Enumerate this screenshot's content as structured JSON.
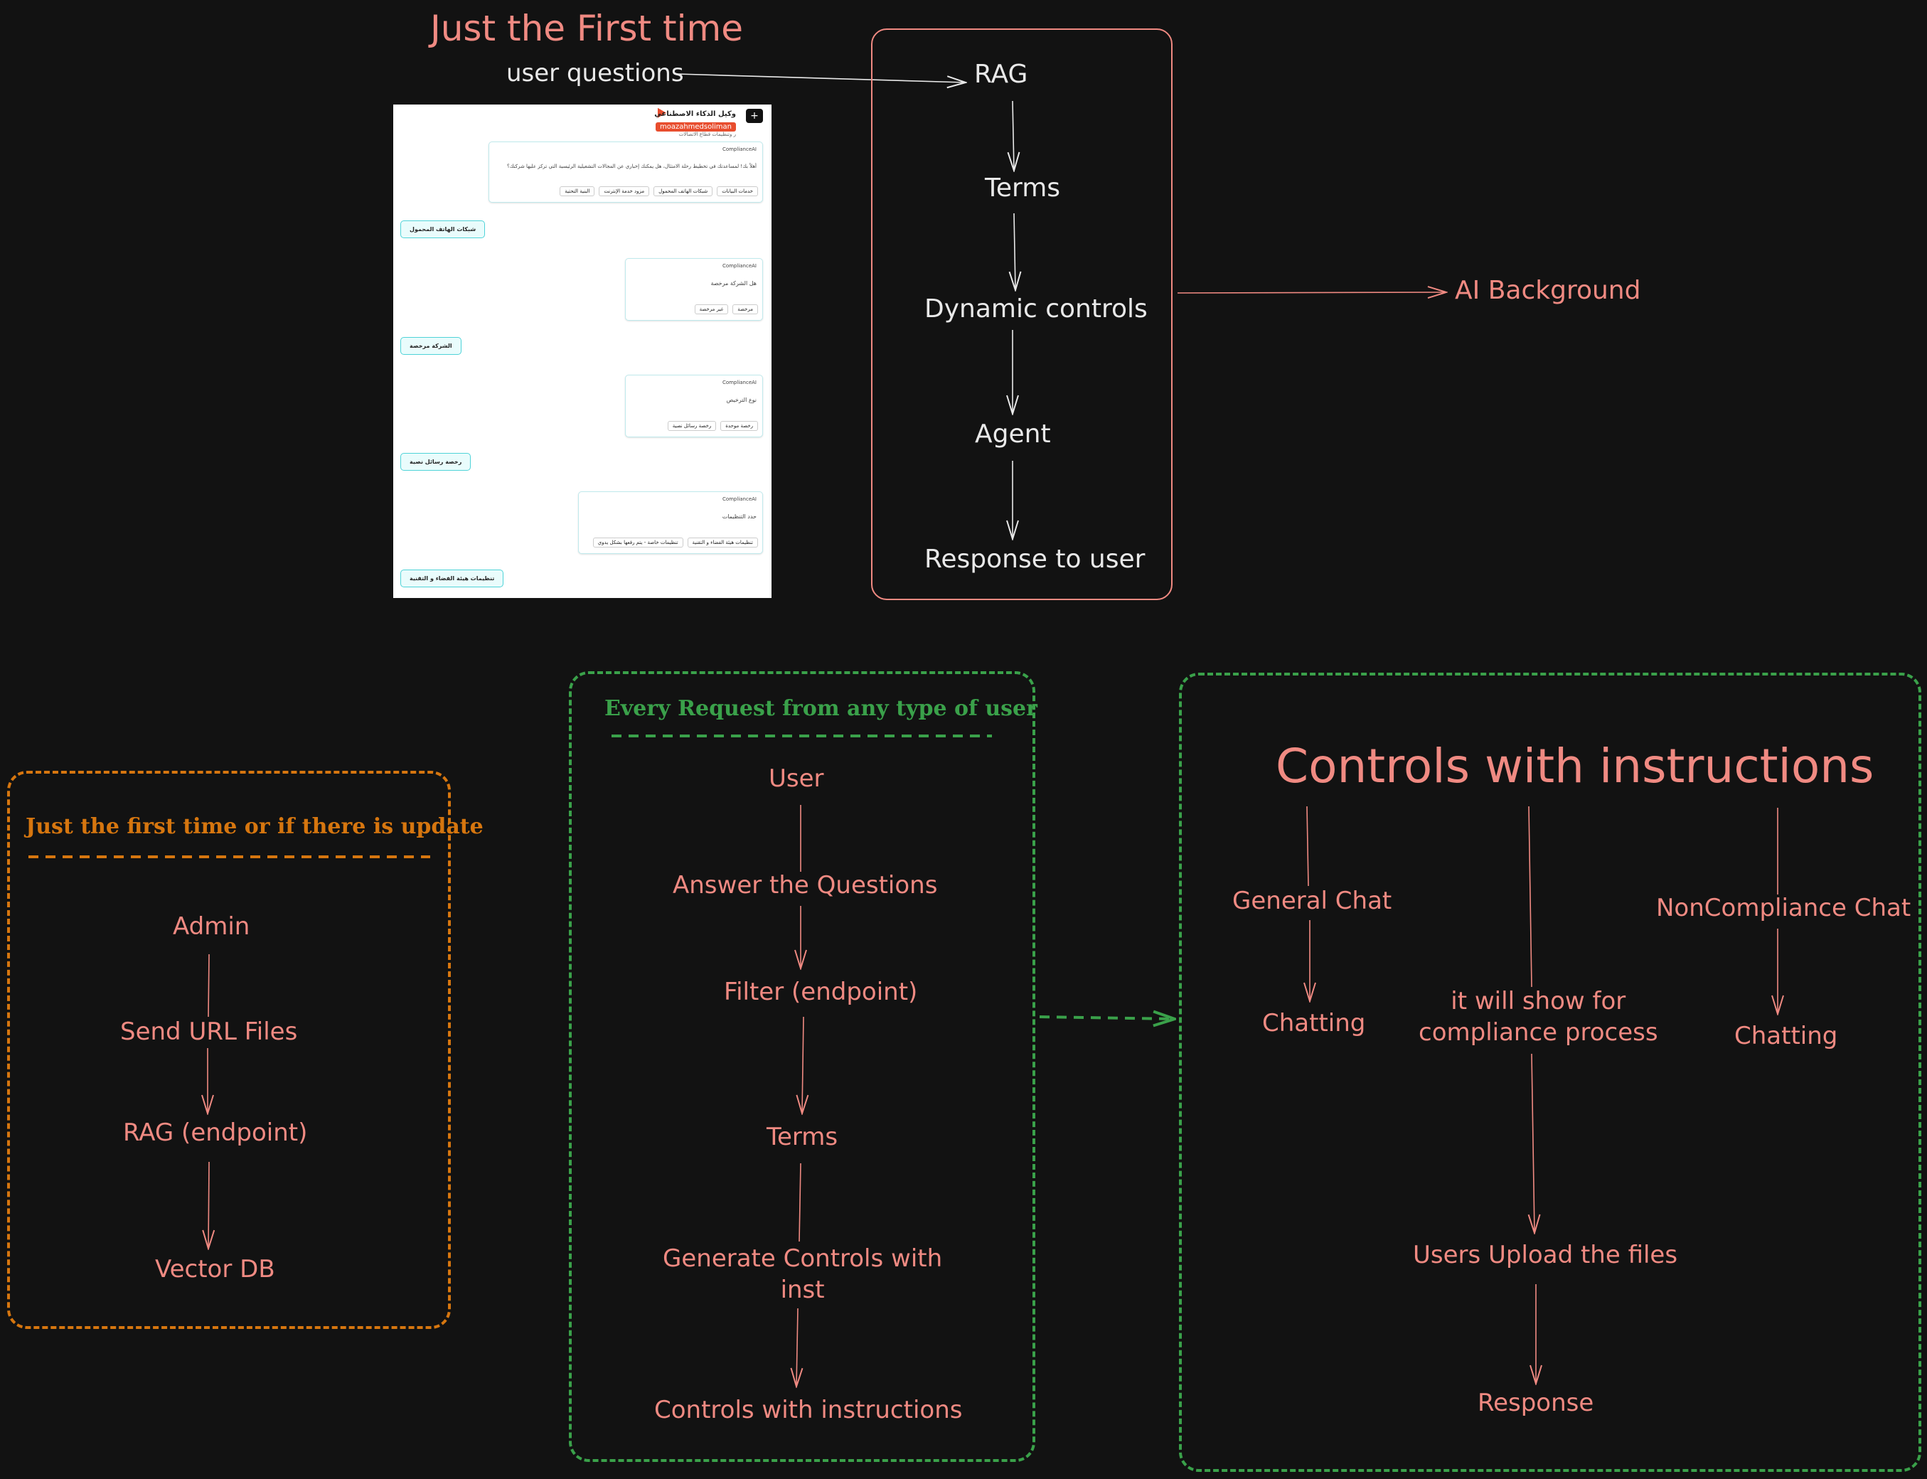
{
  "top": {
    "title": "Just the First time",
    "user_questions": "user questions",
    "pipeline": [
      "RAG",
      "Terms",
      "Dynamic controls",
      "Agent",
      "Response to user"
    ],
    "ai_background": "AI Background"
  },
  "chat_screenshot": {
    "header_title": "وكيل الذكاء الاصطناعي",
    "header_user": "moazahmedsoliman",
    "header_subtitle": "ر وتنظيمات قطاع الاتصالات",
    "new_button": "+",
    "bot_name": "ComplianceAI",
    "messages": [
      {
        "question": "أهلاً بك! لمساعدتك في تخطيط رحلة الامتثال، هل يمكنك إخباري عن المجالات التشغيلية الرئيسية التي تركز عليها شركتك؟",
        "options": [
          "خدمات البيانات",
          "شبكات الهاتف المحمول",
          "مزود خدمة الإنترنت",
          "البنية التحتية"
        ],
        "answer": "شبكات الهاتف المحمول"
      },
      {
        "question": "هل الشركة مرخصة",
        "options": [
          "مرخصة",
          "غير مرخصة"
        ],
        "answer": "الشركة مرخصة"
      },
      {
        "question": "نوع الترخيص",
        "options": [
          "رخصة موحدة",
          "رخصة رسائل نصية"
        ],
        "answer": "رخصة رسائل نصية"
      },
      {
        "question": "حدد التنظيمات",
        "options": [
          "تنظيمات هيئة الفضاء و التقنية",
          "تنظيمات خاصة - يتم رفعها بشكل يدوي"
        ],
        "answer": "تنظيمات هيئة الفضاء و التقنية"
      }
    ]
  },
  "admin_flow": {
    "heading": "Just the first time or if there is update",
    "steps": [
      "Admin",
      "Send URL Files",
      "RAG (endpoint)",
      "Vector DB"
    ]
  },
  "request_flow": {
    "heading": "Every Request from any type of user",
    "steps": [
      "User",
      "Answer the Questions",
      "Filter (endpoint)",
      "Terms",
      "Generate Controls with\ninst",
      "Controls with instructions"
    ]
  },
  "controls": {
    "title": "Controls with instructions",
    "general_chat": "General Chat",
    "chatting_left": "Chatting",
    "compliance_note": "it will show for\ncompliance process",
    "noncompliance_chat": "NonCompliance Chat",
    "chatting_right": "Chatting",
    "upload": "Users Upload the files",
    "response": "Response"
  },
  "colors": {
    "background": "#121212",
    "salmon": "#f08a82",
    "text_white": "#e9e9e9",
    "orange": "#d6760f",
    "green": "#3aa14a"
  }
}
